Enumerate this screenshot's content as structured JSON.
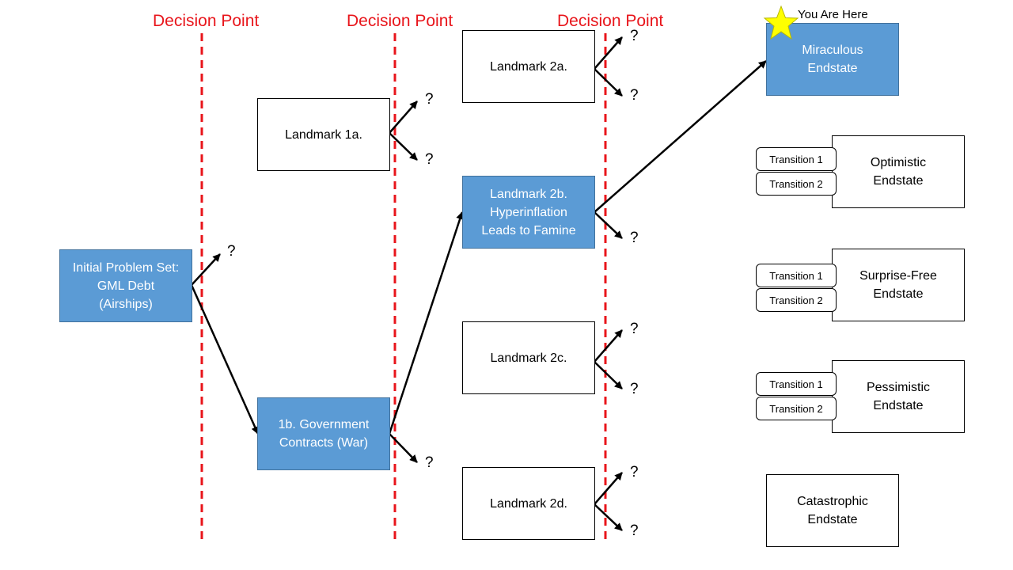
{
  "decision_points": [
    "Decision Point",
    "Decision Point",
    "Decision Point"
  ],
  "marker": {
    "label": "You Are Here",
    "icon": "star-icon",
    "color": "#ffff00"
  },
  "nodes": {
    "initial": "Initial Problem Set:\nGML Debt\n(Airships)",
    "landmark_1a": "Landmark 1a.",
    "landmark_1b": "1b. Government\nContracts (War)",
    "landmark_2a": "Landmark 2a.",
    "landmark_2b": "Landmark 2b.\nHyperinflation\nLeads to Famine",
    "landmark_2c": "Landmark 2c.",
    "landmark_2d": "Landmark 2d."
  },
  "endstates": {
    "miraculous": "Miraculous\nEndstate",
    "optimistic": "Optimistic\nEndstate",
    "surprise_free": "Surprise-Free\nEndstate",
    "pessimistic": "Pessimistic\nEndstate",
    "catastrophic": "Catastrophic\nEndstate"
  },
  "transitions": {
    "t1": "Transition 1",
    "t2": "Transition 2"
  },
  "unknown_mark": "?",
  "colors": {
    "highlight_fill": "#5b9bd5",
    "highlight_border": "#41719c",
    "decision_line": "#e8151b",
    "star": "#ffff00"
  }
}
